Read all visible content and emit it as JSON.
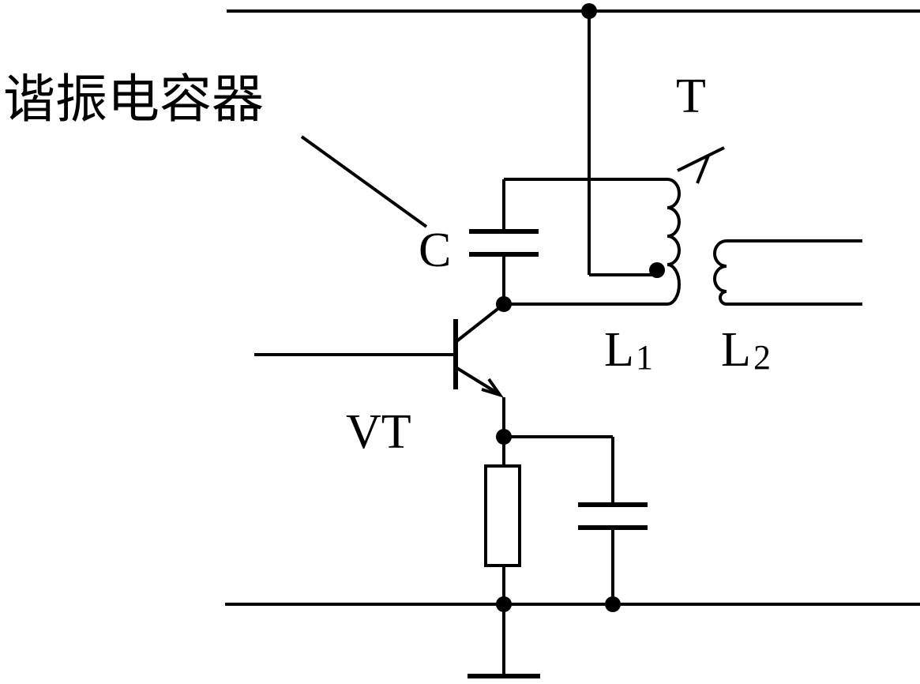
{
  "labels": {
    "resonant_capacitor_caption": "谐振电容器",
    "capacitor": "C",
    "transformer": "T",
    "transistor": "VT",
    "primary_coil": {
      "letter": "L",
      "sub": "1"
    },
    "secondary_coil": {
      "letter": "L",
      "sub": "2"
    }
  }
}
